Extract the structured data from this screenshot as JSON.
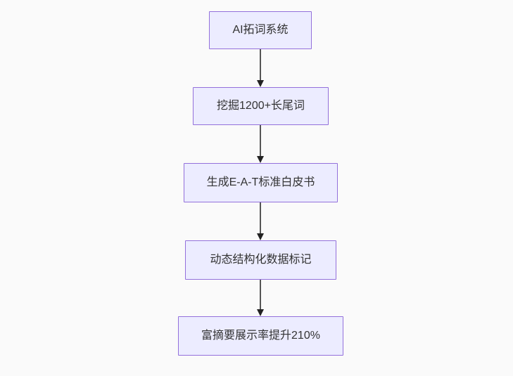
{
  "flowchart": {
    "type": "vertical-flowchart",
    "nodes": [
      {
        "label": "AI拓词系统"
      },
      {
        "label": "挖掘1200+长尾词"
      },
      {
        "label": "生成E-A-T标准白皮书"
      },
      {
        "label": "动态结构化数据标记"
      },
      {
        "label": "富摘要展示率提升210%"
      }
    ],
    "edges": [
      {
        "from": 0,
        "to": 1
      },
      {
        "from": 1,
        "to": 2
      },
      {
        "from": 2,
        "to": 3
      },
      {
        "from": 3,
        "to": 4
      }
    ],
    "colors": {
      "background": "#fafafa",
      "node_fill": "#ececff",
      "node_border": "#9370db",
      "text": "#333333",
      "edge_line": "#555555",
      "arrowhead": "#222222"
    }
  }
}
